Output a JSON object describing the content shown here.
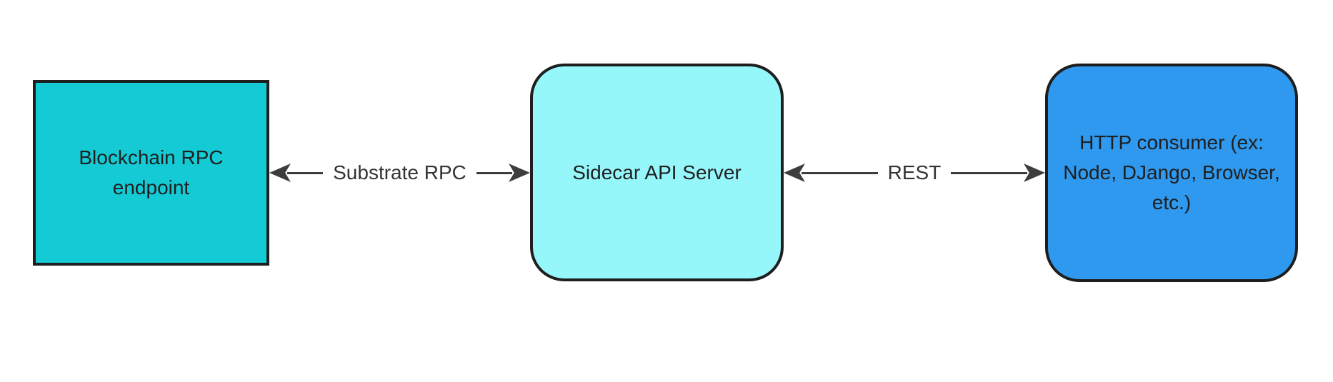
{
  "diagram": {
    "background_color": "#ffffff",
    "text_color": "#1f1f1f",
    "border_color": "#1e1e1e",
    "arrow_color": "#3d3d3d",
    "nodes": [
      {
        "id": "blockchain-rpc-endpoint",
        "label": "Blockchain RPC endpoint",
        "shape": "rectangle",
        "fill": "#14CBD5"
      },
      {
        "id": "sidecar-api-server",
        "label": "Sidecar API Server",
        "shape": "rounded-rectangle",
        "fill": "#96F7FB"
      },
      {
        "id": "http-consumer",
        "label": "HTTP consumer (ex: Node, DJango, Browser, etc.)",
        "shape": "rounded-rectangle",
        "fill": "#2E99EE"
      }
    ],
    "edges": [
      {
        "label": "Substrate RPC",
        "from": "blockchain-rpc-endpoint",
        "to": "sidecar-api-server",
        "direction": "bidirectional"
      },
      {
        "label": "REST",
        "from": "sidecar-api-server",
        "to": "http-consumer",
        "direction": "bidirectional"
      }
    ]
  }
}
